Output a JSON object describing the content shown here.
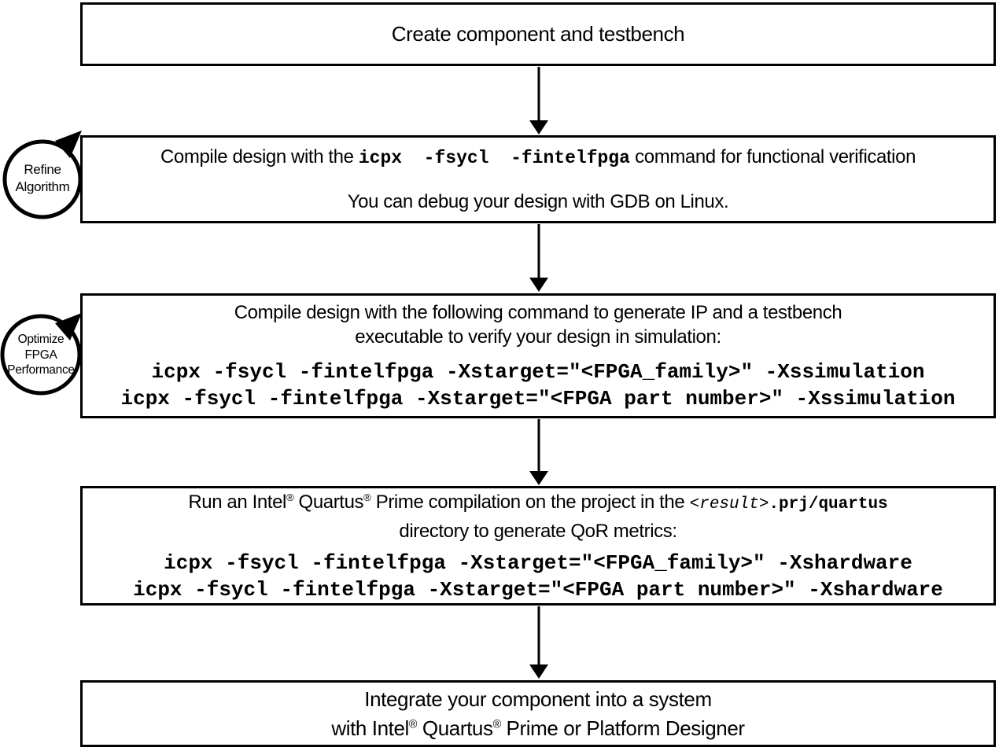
{
  "colors": {
    "ink": "#000000",
    "background": "#ffffff"
  },
  "boxes": {
    "create": {
      "text": "Create component and testbench"
    },
    "functional": {
      "l1_pre": "Compile design with the ",
      "l1_code": "icpx  -fsycl  -fintelfpga",
      "l1_post": " command for functional verification",
      "l2": "You can debug your design with GDB on Linux."
    },
    "simulate": {
      "l1": "Compile design with the following command to generate IP and a testbench",
      "l2": "executable to verify your design in simulation:",
      "cmd1": "icpx -fsycl -fintelfpga -Xstarget=\"<FPGA_family>\" -Xssimulation",
      "cmd2": "icpx -fsycl -fintelfpga -Xstarget=\"<FPGA part number>\" -Xssimulation"
    },
    "quartus": {
      "l1_a": "Run an Intel",
      "l1_reg1": "®",
      "l1_b": " Quartus",
      "l1_reg2": "®",
      "l1_c": " Prime compilation on the project in the ",
      "l1_code_italic": "<result>",
      "l1_code_bold": ".prj/quartus",
      "l2": "directory to generate QoR metrics:",
      "cmd1": "icpx -fsycl -fintelfpga -Xstarget=\"<FPGA_family>\" -Xshardware",
      "cmd2": "icpx -fsycl -fintelfpga -Xstarget=\"<FPGA part number>\" -Xshardware"
    },
    "integrate": {
      "l1": "Integrate your component into a system",
      "l2_a": "with Intel",
      "l2_reg1": "®",
      "l2_b": " Quartus",
      "l2_reg2": "®",
      "l2_c": " Prime or Platform Designer"
    }
  },
  "loops": {
    "refine": {
      "line1": "Refine",
      "line2": "Algorithm"
    },
    "optimize": {
      "line1": "Optimize",
      "line2": "FPGA",
      "line3": "Performance"
    }
  }
}
